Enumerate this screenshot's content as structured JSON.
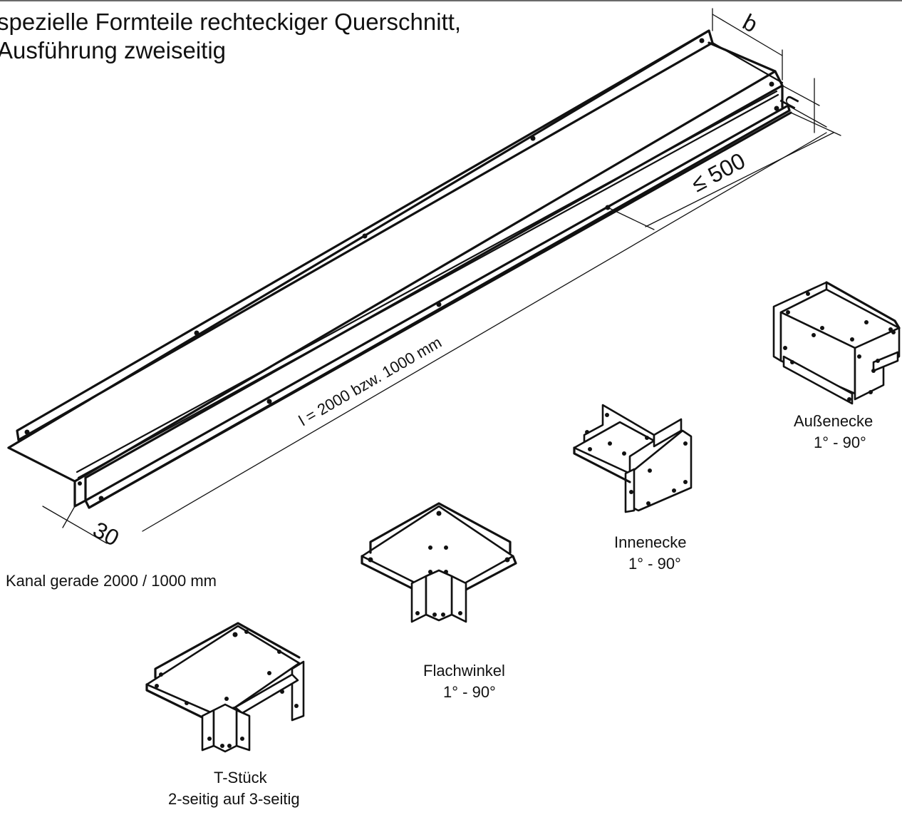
{
  "title": {
    "line1": "spezielle Formteile rechteckiger Querschnitt,",
    "line2": "Ausführung zweiseitig"
  },
  "dimensions": {
    "b": "b",
    "h": "h",
    "max_length": "≤ 500",
    "length": "l = 2000 bzw. 1000 mm",
    "flange": "30"
  },
  "parts": [
    {
      "id": "kanal",
      "name": "Kanal gerade 2000 / 1000 mm",
      "range": ""
    },
    {
      "id": "flachwinkel",
      "name": "Flachwinkel",
      "range": "1° - 90°"
    },
    {
      "id": "innenecke",
      "name": "Innenecke",
      "range": "1° - 90°"
    },
    {
      "id": "aussenecke",
      "name": "Außenecke",
      "range": "1° - 90°"
    },
    {
      "id": "tstueck",
      "name": "T-Stück",
      "range": "2-seitig auf 3-seitig"
    }
  ]
}
